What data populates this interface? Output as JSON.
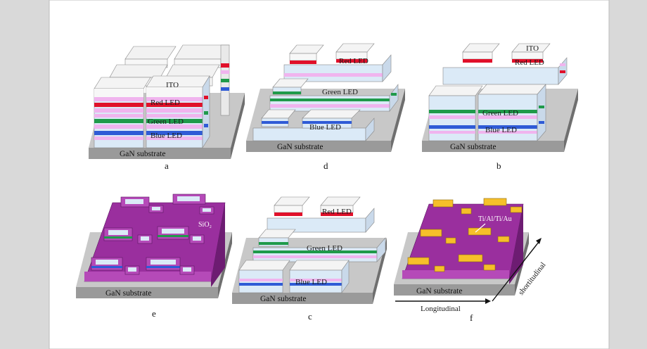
{
  "panels": {
    "a": {
      "letter": "a",
      "substrate": "GaN substrate",
      "labels": [
        "ITO",
        "Red LED",
        "Green LED",
        "Blue LED"
      ]
    },
    "d": {
      "letter": "d",
      "substrate": "GaN substrate",
      "labels": [
        "Red LED",
        "Green LED",
        "Blue LED"
      ]
    },
    "b": {
      "letter": "b",
      "substrate": "GaN substrate",
      "labels": [
        "ITO",
        "Red LED",
        "Green LED",
        "Blue LED"
      ]
    },
    "e": {
      "letter": "e",
      "substrate": "GaN substrate",
      "labels": [
        "SiO₂"
      ]
    },
    "c": {
      "letter": "c",
      "substrate": "GaN substrate",
      "labels": [
        "Red LED",
        "Green LED",
        "Blue LED"
      ]
    },
    "f": {
      "letter": "f",
      "substrate": "GaN substrate",
      "labels": [
        "Ti/Al/Ti/Au",
        "Longitudinal",
        "shortitudinal"
      ]
    }
  },
  "colors": {
    "background": "#d9d9d9",
    "card": "#ffffff",
    "substrate_top": "#c8c8c8",
    "substrate_front": "#9a9a9a",
    "substrate_side": "#6f6f6f",
    "ito": "#f4f4f4",
    "red": "#e0102a",
    "pink": "#f0b4ee",
    "green": "#1f9a4a",
    "blue": "#2f5bd6",
    "lightblue": "#dbeaf7",
    "purple": "#9a2f9e",
    "purple_dark": "#6d1c72",
    "gold": "#f6bf2a"
  }
}
